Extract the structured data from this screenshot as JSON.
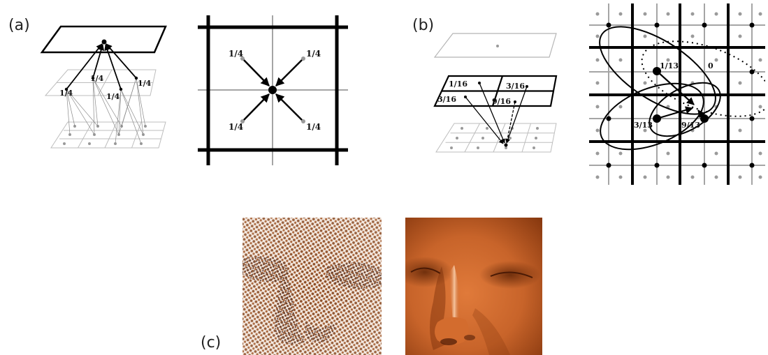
{
  "panels": {
    "a": {
      "label": "(a)",
      "weights": [
        "1/4",
        "1/4",
        "1/4",
        "1/4"
      ],
      "stencil_weights": [
        "1/4",
        "1/4",
        "1/4",
        "1/4"
      ]
    },
    "b": {
      "label": "(b)",
      "weights": [
        "1/16",
        "3/16",
        "3/16",
        "9/16"
      ],
      "stencil_weights": [
        "1/13",
        "0",
        "3/13",
        "9/13"
      ]
    },
    "c": {
      "label": "(c)"
    }
  },
  "colors": {
    "ink": "#000000",
    "light_grid": "#bdbdbd",
    "grey_point": "#9a9a9a",
    "face_base": "#c8642a",
    "face_highlight": "#f7c9a4",
    "face_shadow": "#5a2205"
  }
}
